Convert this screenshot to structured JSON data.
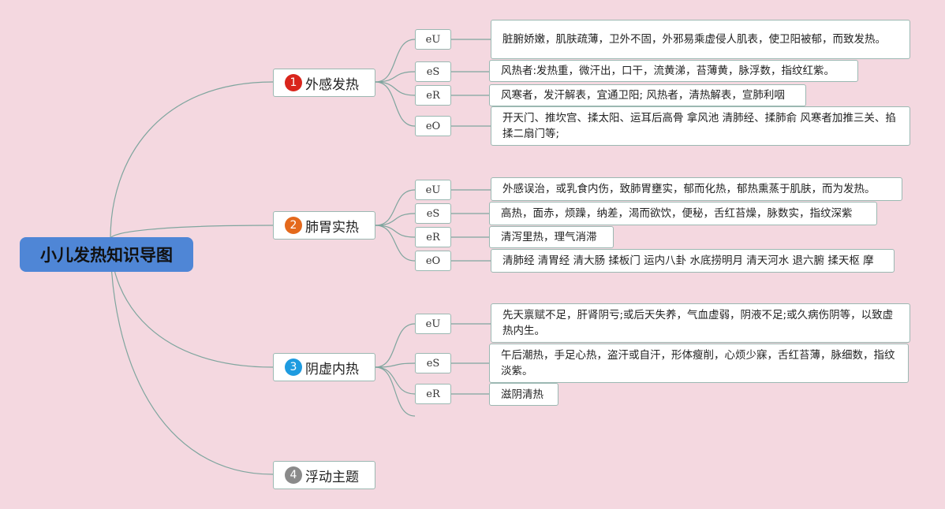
{
  "root": {
    "title": "小儿发热知识导图"
  },
  "colors": {
    "background": "#f4d8e0",
    "root": "#4f86d6",
    "line": "#7fa59e",
    "badge1": "#d9251c",
    "badge2": "#e4691c",
    "badge3": "#1e9be0",
    "badge4": "#8a8a8a"
  },
  "branches": [
    {
      "num": "1",
      "label": "外感发热",
      "children": [
        {
          "tag": "eU",
          "text": "脏腑娇嫩，肌肤疏薄，卫外不固，外邪易乘虚侵人肌表，使卫阳被郁，而致发热。"
        },
        {
          "tag": "eS",
          "text": "风热者:发热重，微汗出，口干，流黄涕，苔薄黄，脉浮数，指纹红紫。"
        },
        {
          "tag": "eR",
          "text": "风寒者，发汗解表，宜通卫阳; 风热者，清热解表，宣肺利咽"
        },
        {
          "tag": "eO",
          "text": "开天门、推坎宫、揉太阳、运耳后高骨 拿风池 清肺经、揉肺俞 风寒者加推三关、掐揉二扇门等;"
        }
      ]
    },
    {
      "num": "2",
      "label": "肺胃实热",
      "children": [
        {
          "tag": "eU",
          "text": "外感误治，或乳食内伤，致肺胃壅实，郁而化热，郁热熏蒸于肌肤，而为发热。"
        },
        {
          "tag": "eS",
          "text": "高热，面赤，烦躁，纳差，渴而欲饮，便秘，舌红苔燥，脉数实，指纹深紫"
        },
        {
          "tag": "eR",
          "text": "清泻里热，理气消滞"
        },
        {
          "tag": "eO",
          "text": "清肺经 清胃经 清大肠 揉板门 运内八卦 水底捞明月 清天河水 退六腑 揉天枢 摩"
        }
      ]
    },
    {
      "num": "3",
      "label": "阴虚内热",
      "children": [
        {
          "tag": "eU",
          "text": "先天禀赋不足，肝肾阴亏;或后天失养，气血虚弱，阴液不足;或久病伤阴等，以致虚热内生。"
        },
        {
          "tag": "eS",
          "text": "午后潮热，手足心热，盗汗或自汗，形体瘦削，心烦少寐，舌红苔薄，脉细数，指纹淡紫。"
        },
        {
          "tag": "eR",
          "text": "滋阴清热"
        }
      ]
    },
    {
      "num": "4",
      "label": "浮动主题",
      "children": []
    }
  ]
}
